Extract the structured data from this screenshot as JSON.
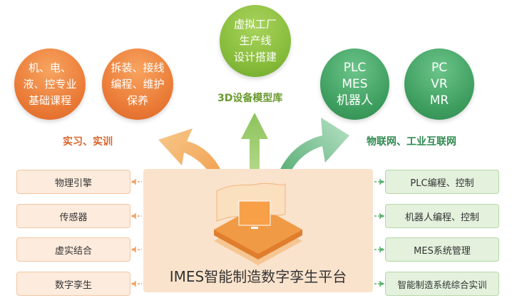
{
  "circles": {
    "c1": [
      "机、电、",
      "液、控专业",
      "基础课程"
    ],
    "c2": [
      "拆装、接线",
      "编程、维护",
      "保养"
    ],
    "c3": [
      "虚拟工厂",
      "生产线",
      "设计搭建"
    ],
    "c4": [
      "PLC",
      "MES",
      "机器人"
    ],
    "c5": [
      "PC",
      "VR",
      "MR"
    ]
  },
  "captions": {
    "left": "实习、实训",
    "center": "3D设备模型库",
    "right": "物联网、工业互联网"
  },
  "left_items": [
    "物理引擎",
    "传感器",
    "虚实结合",
    "数字孪生"
  ],
  "right_items": [
    "PLC编程、控制",
    "机器人编程、控制",
    "MES系统管理",
    "智能制造系统综合实训"
  ],
  "platform_title": "IMES智能制造数字孪生平台",
  "colors": {
    "orange": "#ea7a36",
    "light_green": "#86bb3a",
    "dark_green": "#3e9e5f"
  }
}
